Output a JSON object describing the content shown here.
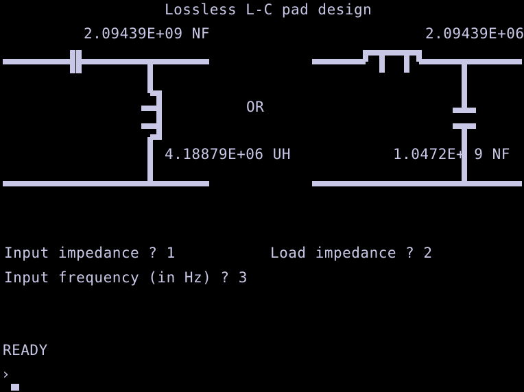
{
  "colors": {
    "background": "#000000",
    "foreground": "#c8c8e6"
  },
  "screen": {
    "title": "Lossless L-C pad design"
  },
  "left_circuit": {
    "capacitor_value": "2.09439E+09 NF",
    "inductor_value": "4.18879E+06 UH"
  },
  "separator": "OR",
  "right_circuit": {
    "inductor_value": "2.09439E+06",
    "capacitor_value": "1.0472E+ 9 NF"
  },
  "prompts": {
    "input_impedance": "Input impedance ? 1",
    "load_impedance": "Load impedance ? 2",
    "input_frequency": "Input frequency (in Hz) ? 3"
  },
  "terminal": {
    "status": "READY",
    "prompt_symbol": "›"
  },
  "icons": {
    "cursor": "block-cursor-icon"
  }
}
